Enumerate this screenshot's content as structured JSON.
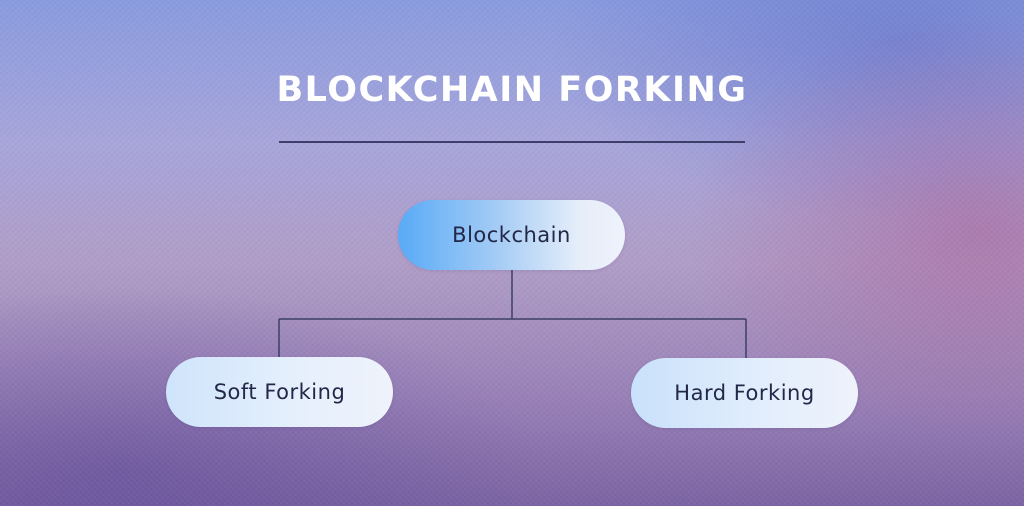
{
  "title": "BLOCKCHAIN FORKING",
  "diagram": {
    "root": {
      "label": "Blockchain"
    },
    "children": [
      {
        "label": "Soft Forking"
      },
      {
        "label": "Hard Forking"
      }
    ]
  },
  "colors": {
    "title_text": "#ffffff",
    "connector": "#3c3f68",
    "root_accent": "#58aaf6",
    "node_fill": "#eef2fb",
    "node_text": "#232748"
  }
}
